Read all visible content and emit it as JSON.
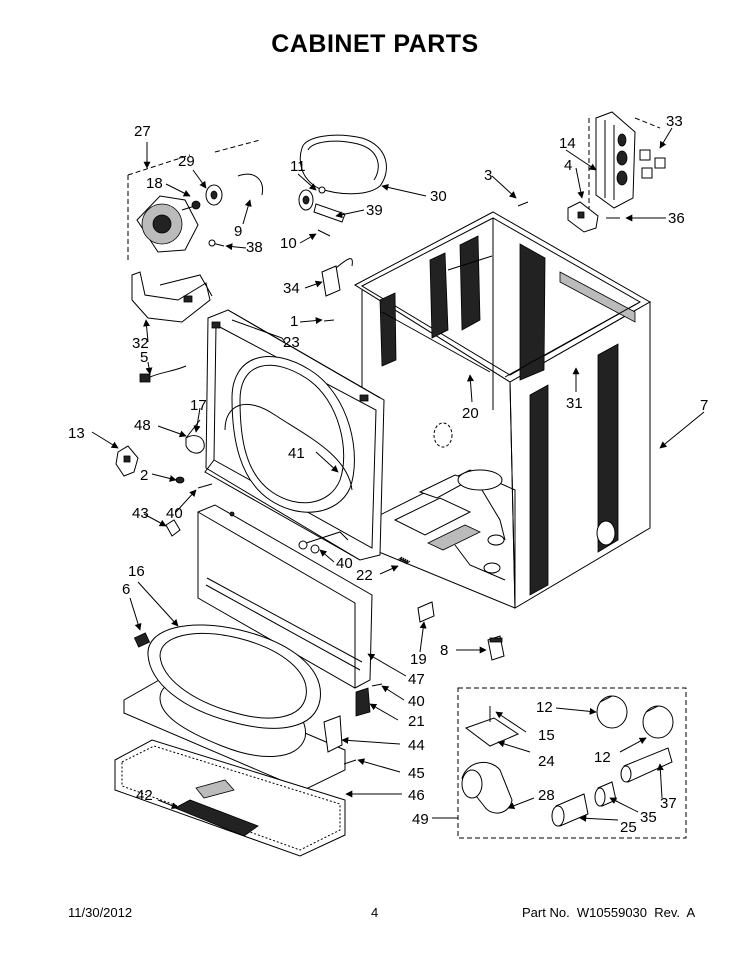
{
  "title": "CABINET PARTS",
  "footer": {
    "date": "11/30/2012",
    "page_number": "4",
    "part_number": "Part No.  W10559030  Rev.  A"
  },
  "callouts": {
    "c1": "1",
    "c2": "2",
    "c3": "3",
    "c4": "4",
    "c5": "5",
    "c6": "6",
    "c7": "7",
    "c8": "8",
    "c9": "9",
    "c10": "10",
    "c11": "11",
    "c12a": "12",
    "c12b": "12",
    "c13": "13",
    "c14": "14",
    "c15": "15",
    "c16": "16",
    "c17": "17",
    "c18": "18",
    "c19": "19",
    "c20": "20",
    "c21": "21",
    "c22": "22",
    "c23": "23",
    "c24": "24",
    "c25": "25",
    "c27": "27",
    "c28": "28",
    "c29": "29",
    "c30": "30",
    "c31": "31",
    "c32": "32",
    "c33": "33",
    "c34": "34",
    "c35": "35",
    "c36": "36",
    "c37": "37",
    "c38": "38",
    "c39": "39",
    "c40a": "40",
    "c40b": "40",
    "c40c": "40",
    "c41": "41",
    "c42": "42",
    "c43": "43",
    "c44": "44",
    "c45": "45",
    "c46": "46",
    "c47": "47",
    "c48": "48",
    "c49": "49"
  }
}
